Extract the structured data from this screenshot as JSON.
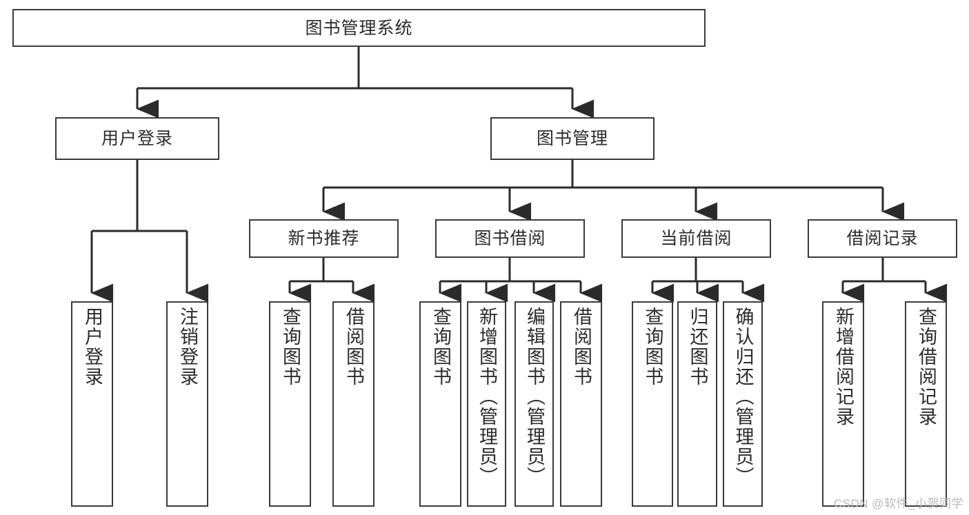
{
  "diagram": {
    "title": "图书管理系统",
    "type": "hierarchy-tree",
    "watermark": "CSDN @软件_小贺同学",
    "colors": {
      "box_border": "#3a3a3a",
      "box_fill": "#ffffff",
      "line": "#2b2b2b",
      "text": "#2b2b2b",
      "watermark": "#b9b9b9"
    },
    "levels": {
      "level1": [
        {
          "id": "root",
          "label": "图书管理系统",
          "orientation": "horizontal"
        }
      ],
      "level2": [
        {
          "id": "user-login",
          "label": "用户登录",
          "orientation": "horizontal"
        },
        {
          "id": "book-manage",
          "label": "图书管理",
          "orientation": "horizontal"
        }
      ],
      "level3": [
        {
          "id": "new-book-rec",
          "label": "新书推荐",
          "orientation": "horizontal",
          "parent": "book-manage"
        },
        {
          "id": "book-borrow",
          "label": "图书借阅",
          "orientation": "horizontal",
          "parent": "book-manage"
        },
        {
          "id": "current-borrow",
          "label": "当前借阅",
          "orientation": "horizontal",
          "parent": "book-manage"
        },
        {
          "id": "borrow-record",
          "label": "借阅记录",
          "orientation": "horizontal",
          "parent": "book-manage"
        }
      ],
      "level4": [
        {
          "id": "leaf-user-login",
          "label": "用户登录",
          "orientation": "vertical",
          "parent": "user-login"
        },
        {
          "id": "leaf-logout",
          "label": "注销登录",
          "orientation": "vertical",
          "parent": "user-login"
        },
        {
          "id": "leaf-query-book-1",
          "label": "查询图书",
          "orientation": "vertical",
          "parent": "new-book-rec"
        },
        {
          "id": "leaf-borrow-book-1",
          "label": "借阅图书",
          "orientation": "vertical",
          "parent": "new-book-rec"
        },
        {
          "id": "leaf-query-book-2",
          "label": "查询图书",
          "orientation": "vertical",
          "parent": "book-borrow"
        },
        {
          "id": "leaf-add-book",
          "label": "新增图书（管理员）",
          "orientation": "vertical",
          "parent": "book-borrow"
        },
        {
          "id": "leaf-edit-book",
          "label": "编辑图书（管理员）",
          "orientation": "vertical",
          "parent": "book-borrow"
        },
        {
          "id": "leaf-borrow-book-2",
          "label": "借阅图书",
          "orientation": "vertical",
          "parent": "book-borrow"
        },
        {
          "id": "leaf-query-book-3",
          "label": "查询图书",
          "orientation": "vertical",
          "parent": "current-borrow"
        },
        {
          "id": "leaf-return-book",
          "label": "归还图书",
          "orientation": "vertical",
          "parent": "current-borrow"
        },
        {
          "id": "leaf-confirm-return",
          "label": "确认归还（管理员）",
          "orientation": "vertical",
          "parent": "current-borrow"
        },
        {
          "id": "leaf-add-record",
          "label": "新增借阅记录",
          "orientation": "vertical",
          "parent": "borrow-record"
        },
        {
          "id": "leaf-query-record",
          "label": "查询借阅记录",
          "orientation": "vertical",
          "parent": "borrow-record"
        }
      ]
    }
  }
}
